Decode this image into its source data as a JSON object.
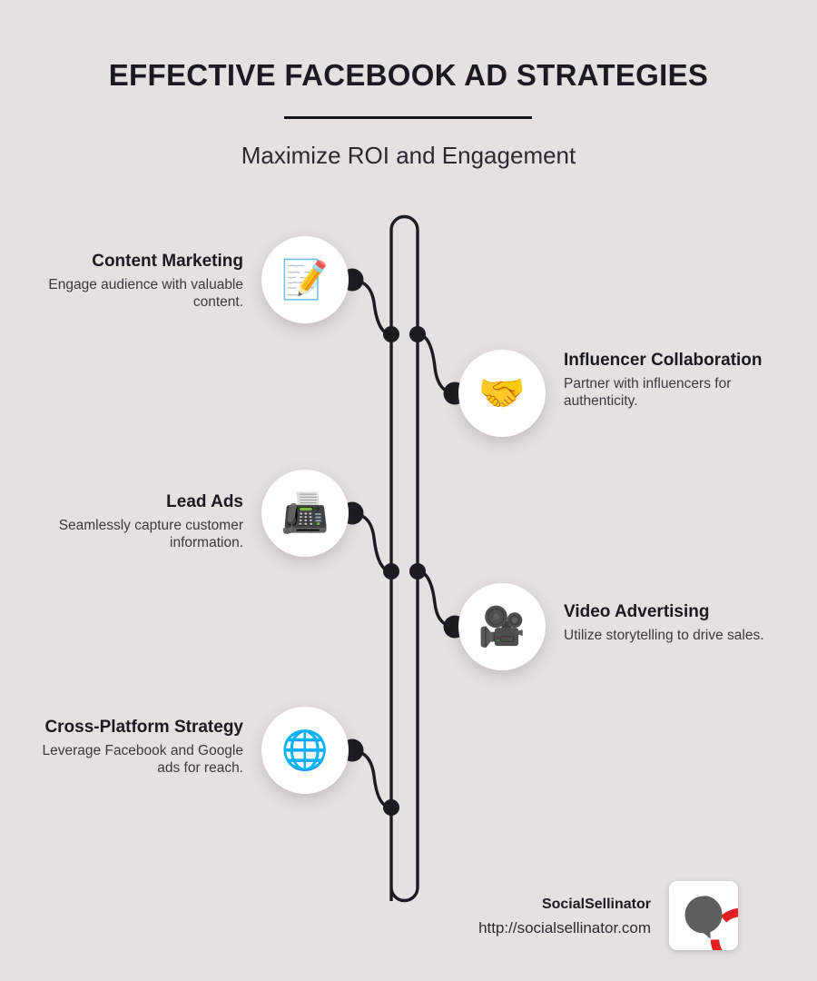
{
  "header": {
    "title": "EFFECTIVE FACEBOOK AD STRATEGIES",
    "subtitle": "Maximize ROI and Engagement"
  },
  "colors": {
    "background": "#e5e1e0",
    "ink": "#1b1a21",
    "body_text": "#3a3940",
    "bubble": "#ffffff",
    "connector": "#1c1b22",
    "logo_ring": "#e31e24",
    "logo_bubble": "#5e5e5e"
  },
  "items": [
    {
      "id": "content-marketing",
      "side": "left",
      "title": "Content Marketing",
      "description": "Engage audience with valuable content.",
      "icon": "memo-pencil-icon",
      "glyph": "📝"
    },
    {
      "id": "influencer-collaboration",
      "side": "right",
      "title": "Influencer Collaboration",
      "description": "Partner with influencers for authenticity.",
      "icon": "handshake-icon",
      "glyph": "🤝"
    },
    {
      "id": "lead-ads",
      "side": "left",
      "title": "Lead Ads",
      "description": "Seamlessly capture customer information.",
      "icon": "fax-machine-icon",
      "glyph": "📠"
    },
    {
      "id": "video-advertising",
      "side": "right",
      "title": "Video Advertising",
      "description": "Utilize storytelling to drive sales.",
      "icon": "movie-camera-icon",
      "glyph": "🎥"
    },
    {
      "id": "cross-platform-strategy",
      "side": "left",
      "title": "Cross-Platform Strategy",
      "description": "Leverage Facebook and Google ads for reach.",
      "icon": "globe-icon",
      "glyph": "🌐"
    }
  ],
  "footer": {
    "brand": "SocialSellinator",
    "url": "http://socialsellinator.com",
    "logo": "socialsellinator-logo-icon"
  }
}
